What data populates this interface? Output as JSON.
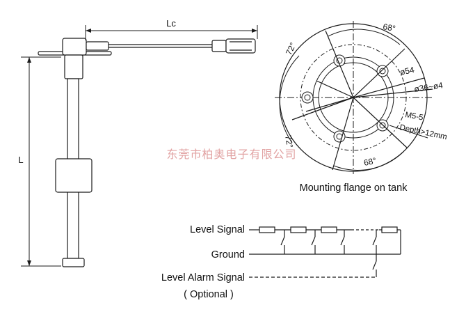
{
  "sensor": {
    "cable_length_label": "Lc",
    "total_length_label": "L"
  },
  "flange": {
    "caption": "Mounting flange on tank",
    "angle_top_right": "68°",
    "angle_top_left": "72°",
    "angle_bottom_left": "72°",
    "angle_bottom": "68°",
    "dia_bolt_circle": "ø54",
    "dia_holes": "ø36~ø4",
    "thread": "M5-5",
    "depth": "Depth>12mm"
  },
  "wiring": {
    "level_signal": "Level Signal",
    "ground": "Ground",
    "level_alarm": "Level Alarm Signal",
    "optional": "( Optional )"
  },
  "watermark": "东莞市柏奥电子有限公司",
  "colors": {
    "line": "#1a1a1a",
    "watermark": "#e2a3a3"
  }
}
